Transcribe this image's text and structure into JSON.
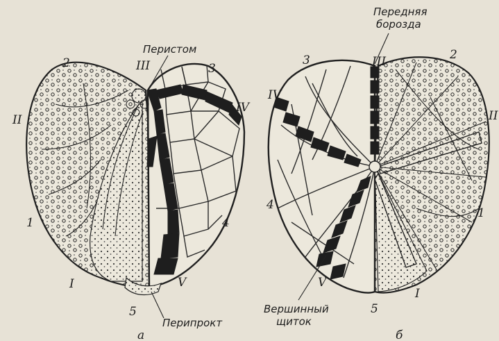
{
  "labels": {
    "peristome": "Перистом",
    "periproct": "Перипрокт",
    "anterior_groove_line1": "Передняя",
    "anterior_groove_line2": "борозда",
    "apical_shield_line1": "Вершинный",
    "apical_shield_line2": "щиток",
    "panel_a": "а",
    "panel_b": "б"
  },
  "left": {
    "num_1": "1",
    "num_2": "2",
    "num_3": "3",
    "num_4": "4",
    "num_5": "5",
    "rom_I": "I",
    "rom_II": "II",
    "rom_III": "III",
    "rom_IV": "IV",
    "rom_V": "V"
  },
  "right": {
    "num_1": "1",
    "num_2": "2",
    "num_3": "3",
    "num_4": "4",
    "num_5": "5",
    "rom_I": "I",
    "rom_II": "II",
    "rom_III": "III",
    "rom_IV": "IV",
    "rom_V": "V"
  },
  "colors": {
    "background": "#e7e2d6",
    "ink": "#1e1e1e"
  }
}
